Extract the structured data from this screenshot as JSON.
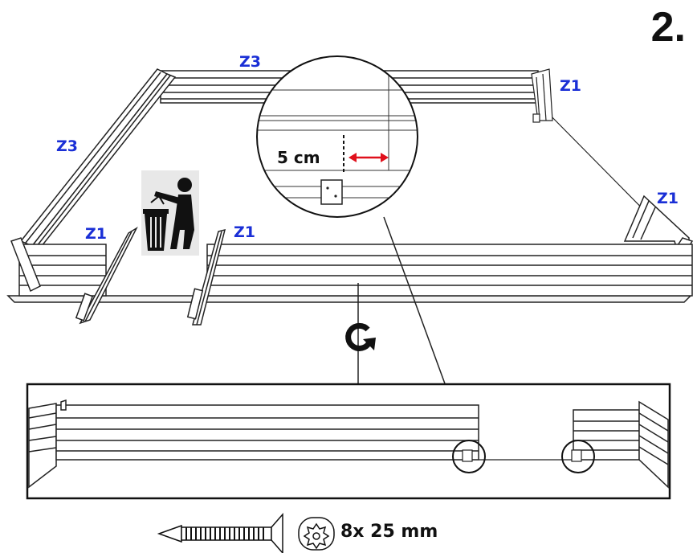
{
  "step_number": "2.",
  "labels": {
    "z3_top": "Z3",
    "z3_left": "Z3",
    "z1_top_right": "Z1",
    "z1_right": "Z1",
    "z1_left": "Z1",
    "z1_center": "Z1"
  },
  "measurement": "5 cm",
  "screw_spec": "8x 25 mm",
  "icons": [
    "trash-bin-discard-icon",
    "rotate-view-icon",
    "screw-icon",
    "torx-bit-icon"
  ],
  "colors": {
    "label_blue": "#1a2fd6",
    "arrow_red": "#e0101c",
    "line": "#111111"
  }
}
